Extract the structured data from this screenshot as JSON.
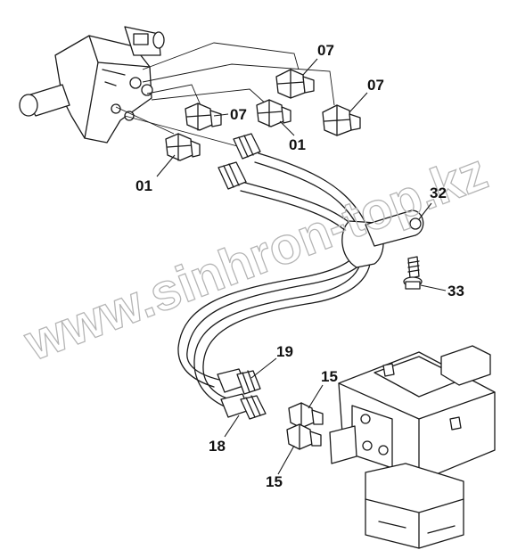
{
  "labels": {
    "p07_top": "07",
    "p07_right": "07",
    "p07_mid": "07",
    "p01_mid": "01",
    "p01_left": "01",
    "p32": "32",
    "p33": "33",
    "p19": "19",
    "p18": "18",
    "p15_top": "15",
    "p15_bottom": "15"
  },
  "watermark": "www.sinhron-top.kz",
  "colors": {
    "ink": "#1a1a1a",
    "watermark": "#b5b5b5",
    "background": "#ffffff"
  }
}
